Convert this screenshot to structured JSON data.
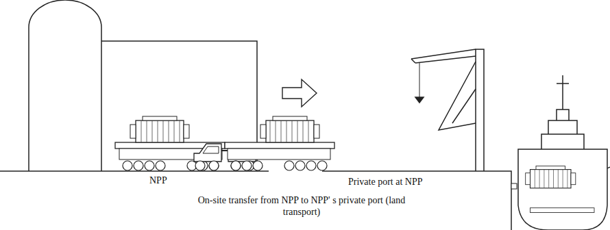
{
  "diagram": {
    "caption": "On-site transfer from NPP to NPP' s private port (land transport)",
    "labels": [
      "NPP",
      "Private port at NPP"
    ]
  }
}
